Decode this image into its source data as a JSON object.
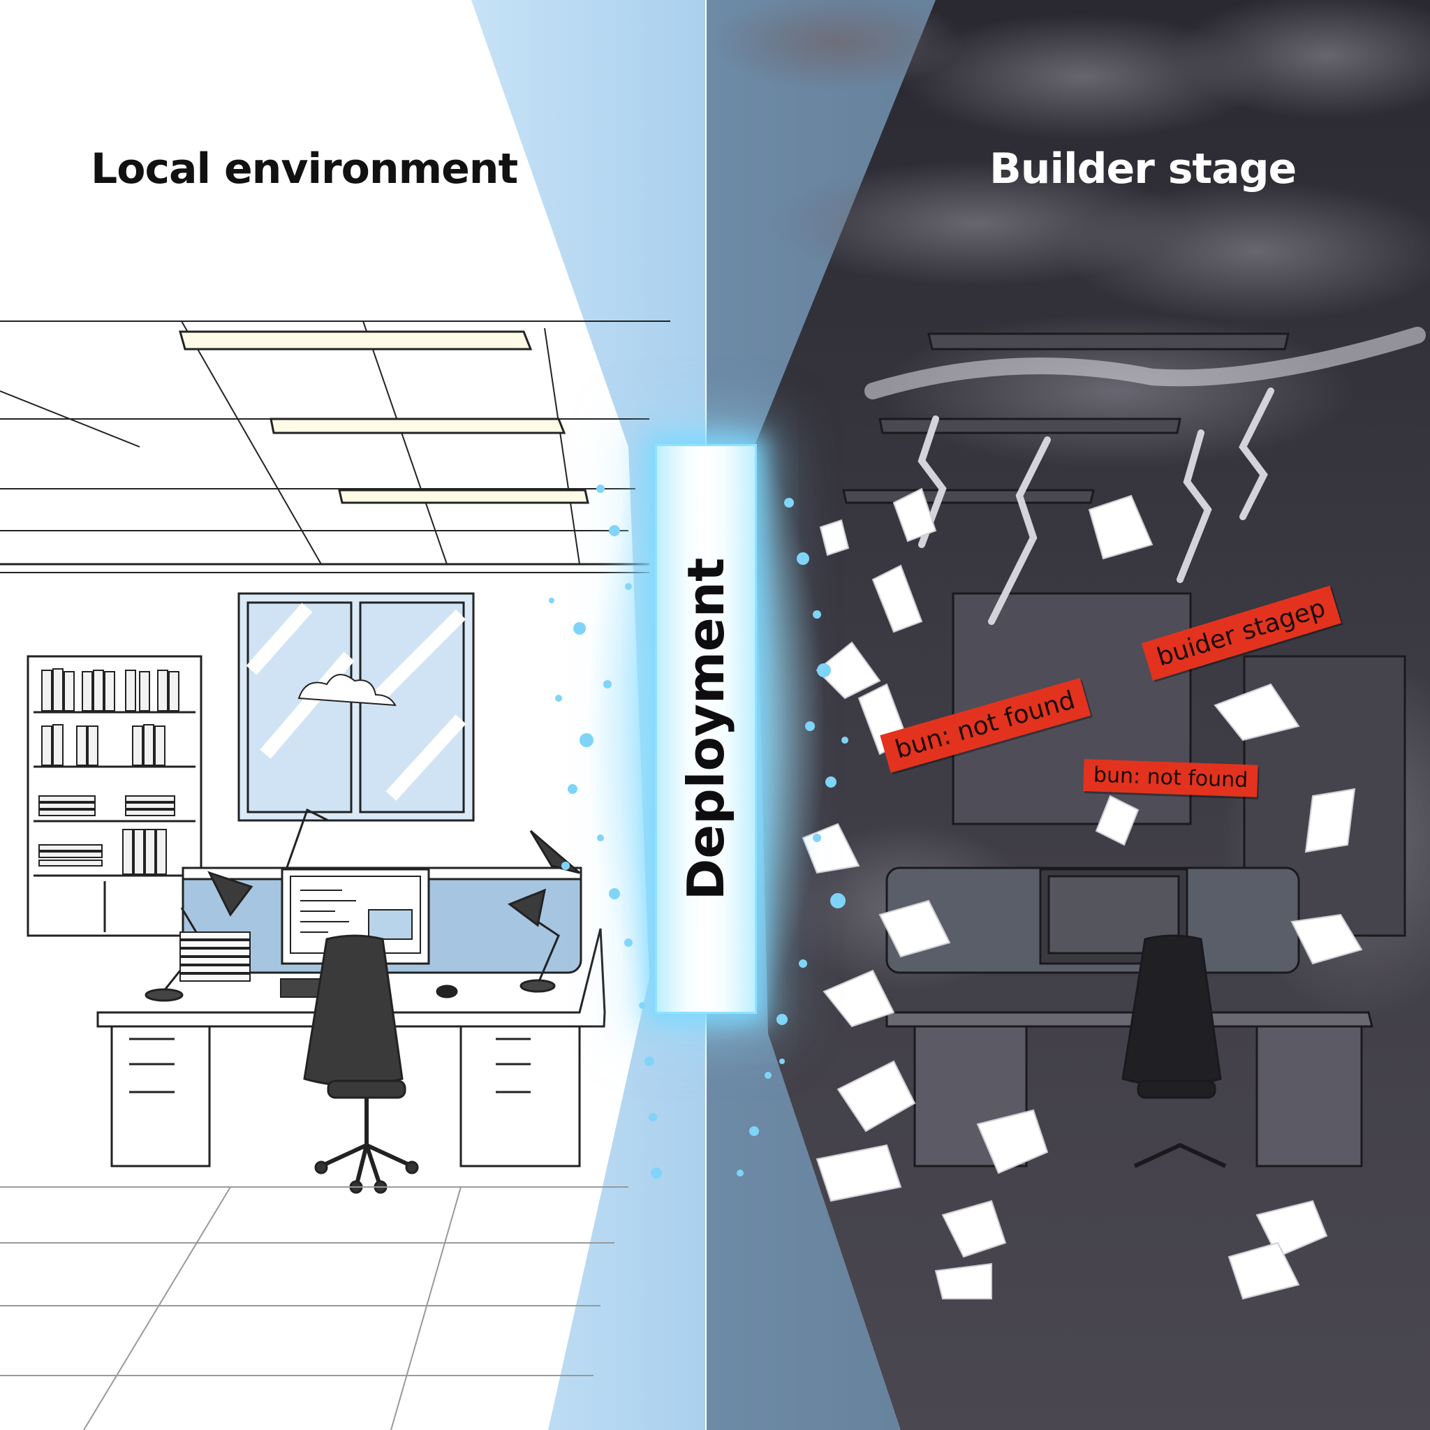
{
  "scene": {
    "left_panel": {
      "heading": "Local environment",
      "state": "calm-office"
    },
    "right_panel": {
      "heading": "Builder stage",
      "state": "stormy-office"
    },
    "divider": {
      "label": "Deployment"
    },
    "error_tags": [
      {
        "text": "bun: not found"
      },
      {
        "text": "bun: not found"
      },
      {
        "text": "buider stagep"
      }
    ]
  },
  "colors": {
    "beam_blue": "#b8daf2",
    "glow_cyan": "#8fe2ff",
    "storm_dark": "#3a3840",
    "error_red": "#e3331e"
  }
}
